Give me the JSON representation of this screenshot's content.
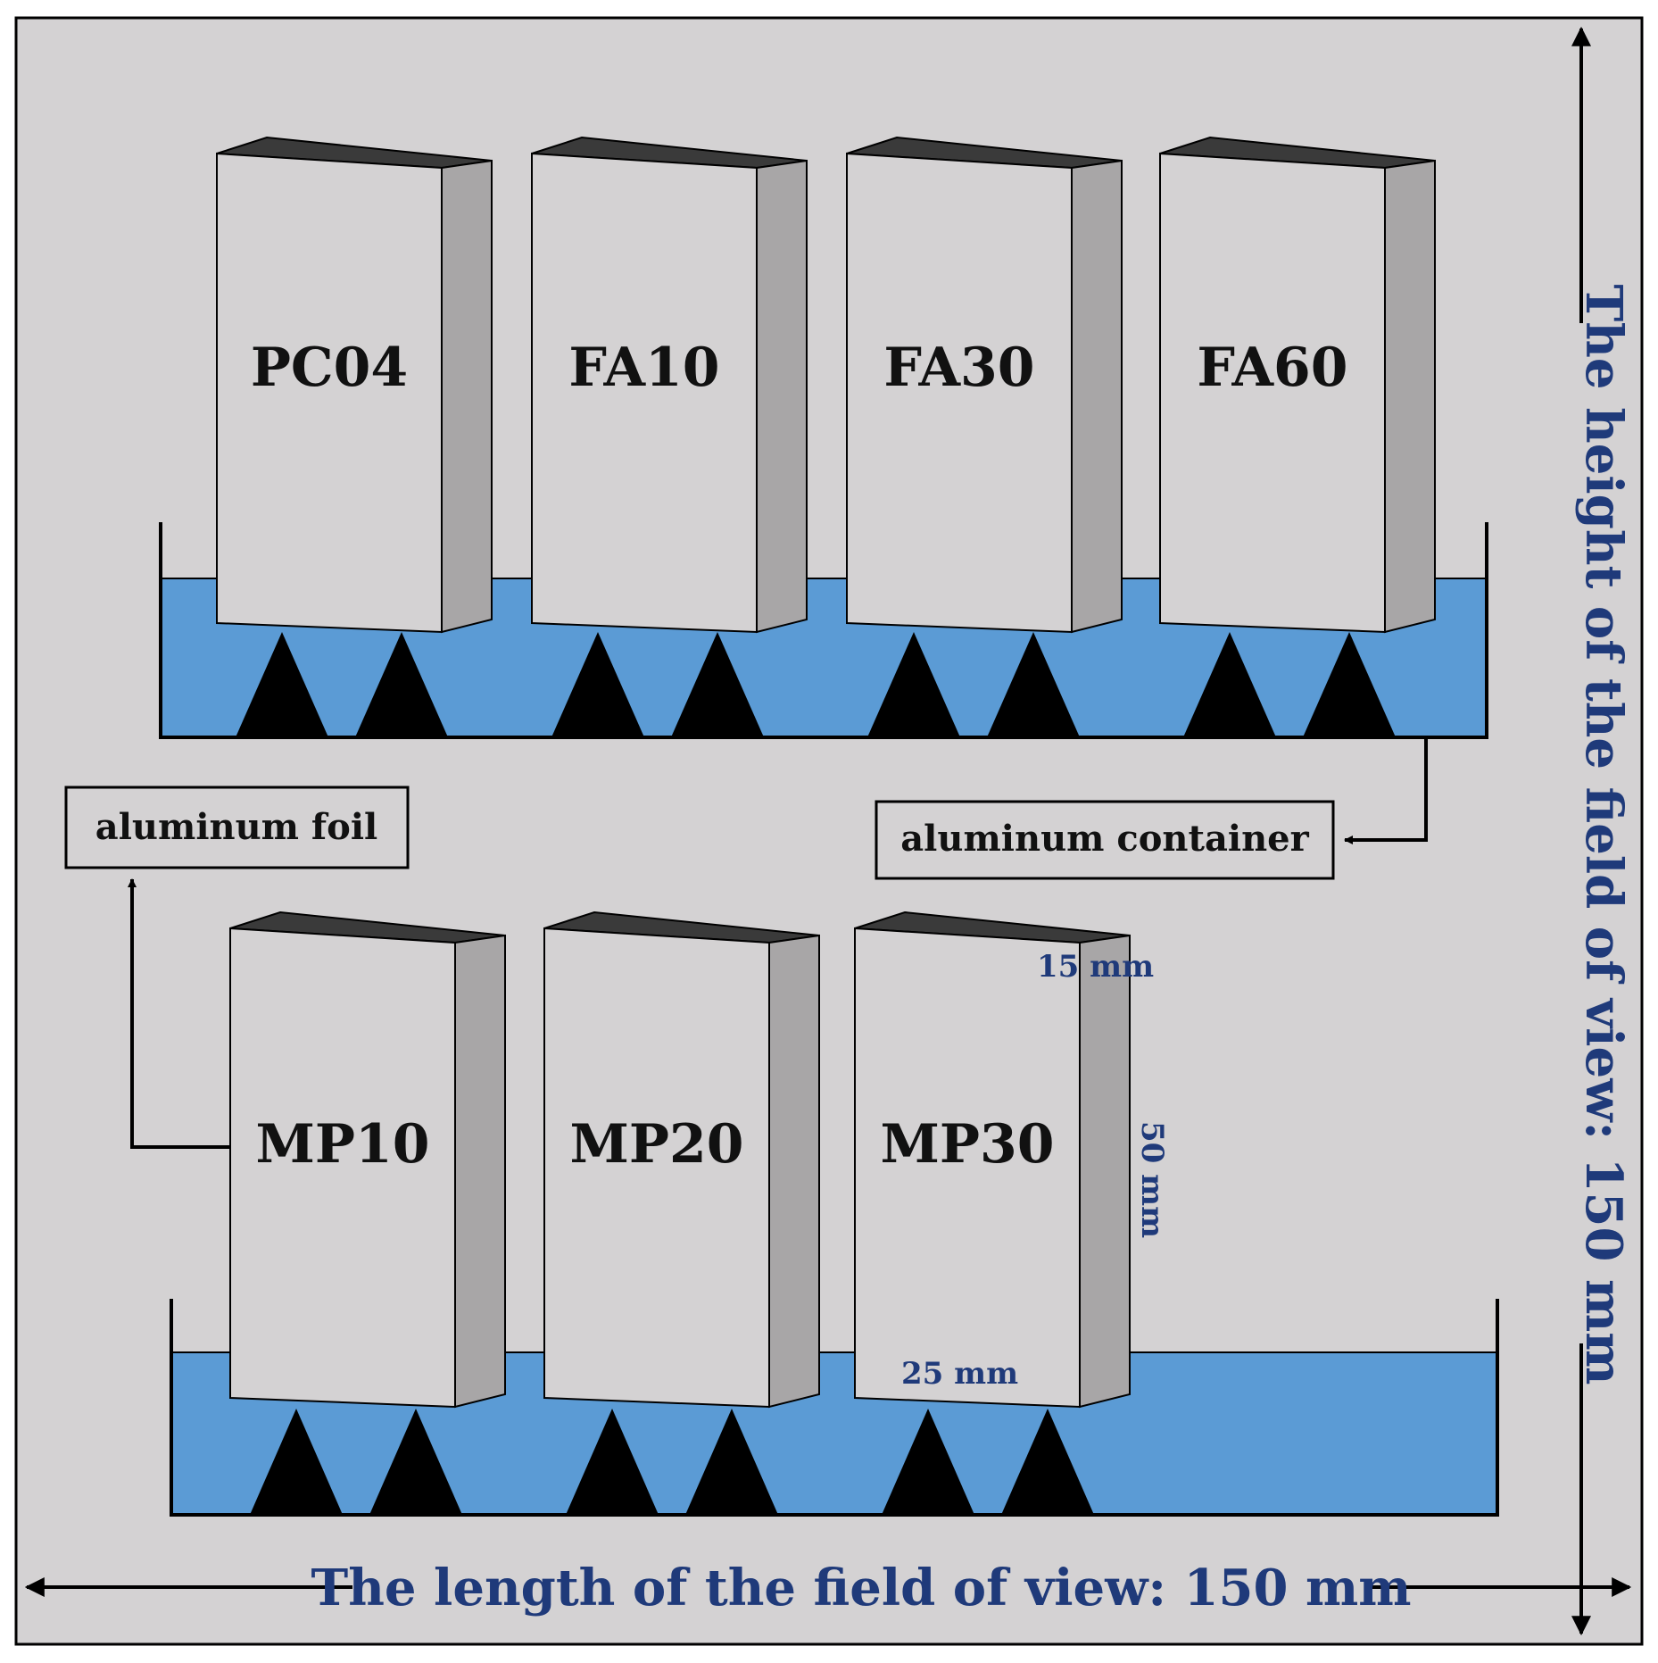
{
  "colors": {
    "background": "#d4d2d3",
    "water": "#5b9bd5",
    "specimen_front": "#d4d2d3",
    "specimen_side": "#a8a6a7",
    "specimen_top": "#3a3a3a",
    "support": "#000000",
    "dimension_text": "#1f3a7a",
    "label_text": "#111111"
  },
  "top_row": {
    "specimens": [
      "PC04",
      "FA10",
      "FA30",
      "FA60"
    ]
  },
  "bottom_row": {
    "specimens": [
      "MP10",
      "MP20",
      "MP30"
    ]
  },
  "dimensions": {
    "depth": "15 mm",
    "height": "50 mm",
    "width": "25 mm"
  },
  "callouts": {
    "foil": "aluminum foil",
    "container": "aluminum container"
  },
  "field_of_view": {
    "length": "The length of the field of view: 150 mm",
    "height": "The height of the field of view: 150 mm"
  }
}
